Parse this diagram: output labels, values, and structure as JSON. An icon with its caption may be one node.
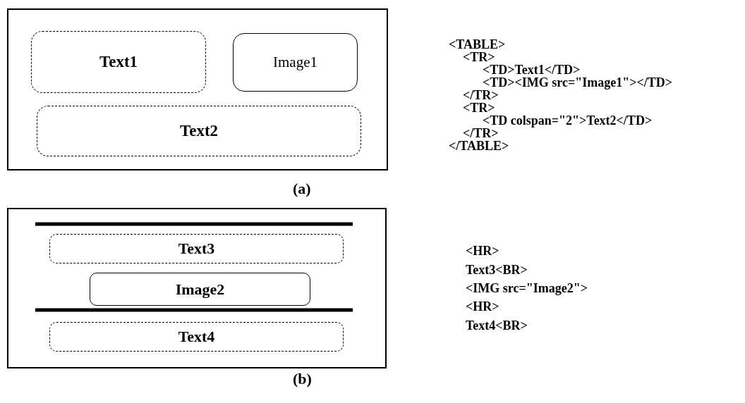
{
  "diagram": {
    "nodes": [
      {
        "text": [],
        "shape": "box"
      },
      {
        "text": [
          "Text1"
        ],
        "in": 0
      },
      {
        "text": [
          "Image1"
        ],
        "in": 0
      },
      {
        "text": [
          "Text2"
        ],
        "in": 0
      },
      {
        "text": [],
        "shape": "box"
      },
      {
        "text": [
          "Text3"
        ],
        "in": 4
      },
      {
        "text": [
          "Image2"
        ],
        "in": 4
      },
      {
        "text": [
          "Text4"
        ],
        "in": 4
      }
    ],
    "edges": [],
    "labels": [
      "<TABLE>",
      "<TR>",
      "<TD>Text1</TD>",
      "<TD><IMG src=\"Image1\"></TD>",
      "</TR>",
      "<TR>",
      "<TD colspan=\"2\">Text2</TD>",
      "</TR>",
      "</TABLE>",
      "(a)",
      "<HR>",
      "Text3<BR>",
      "<IMG src=\"Image2\">",
      "<HR>",
      "Text4<BR>",
      "(b)"
    ]
  }
}
